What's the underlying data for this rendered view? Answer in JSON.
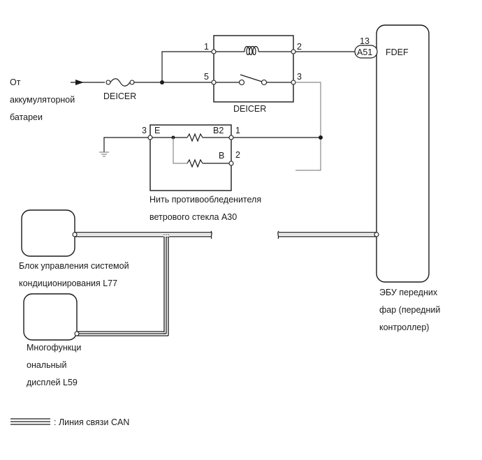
{
  "diagram": {
    "source": {
      "lines": [
        "От",
        "аккумуляторной",
        "батареи"
      ]
    },
    "fuse": {
      "label": "DEICER"
    },
    "relay": {
      "label": "DEICER",
      "pins": {
        "p1": "1",
        "p2": "2",
        "p3": "3",
        "p5": "5"
      }
    },
    "heater": {
      "lines": [
        "Нить противообледенителя",
        "ветрового стекла A30"
      ],
      "pins": {
        "e_num": "3",
        "e_name": "E",
        "b2_num": "1",
        "b2_name": "B2",
        "b_num": "2",
        "b_name": "B"
      }
    },
    "ecu": {
      "lines": [
        "ЭБУ передних",
        "фар (передний",
        "контроллер)"
      ],
      "connector": "A51",
      "pin_num": "13",
      "pin_name": "FDEF"
    },
    "ac_unit": {
      "lines": [
        "Блок управления системой",
        "кондиционирования L77"
      ]
    },
    "display": {
      "lines": [
        "Многофункци",
        "ональный",
        "дисплей L59"
      ]
    },
    "legend": {
      "label": ": Линия связи CAN"
    },
    "icons": [
      "arrow-right-icon",
      "fuse-icon",
      "relay-coil-icon",
      "relay-switch-icon",
      "resistor-icon",
      "ground-icon"
    ]
  }
}
